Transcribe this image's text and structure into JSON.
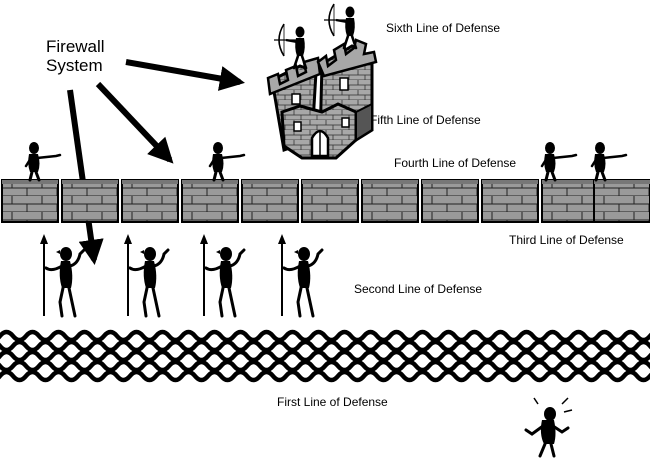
{
  "title": {
    "line1": "Firewall",
    "line2": "System"
  },
  "labels": {
    "sixth": "Sixth Line of Defense",
    "fifth": "Fifth Line of Defense",
    "fourth": "Fourth Line of Defense",
    "third": "Third Line of Defense",
    "second": "Second Line of Defense",
    "first": "First Line of Defense"
  },
  "colors": {
    "ink": "#000000",
    "stone": "#9a9a9a",
    "stone_light": "#b8b8b8",
    "paper": "#ffffff"
  },
  "icons": [
    "castle-icon",
    "archer-icon",
    "guard-icon",
    "spearman-icon",
    "brick-wall-icon",
    "moat-waves-icon",
    "intruder-icon",
    "arrow-icon"
  ]
}
